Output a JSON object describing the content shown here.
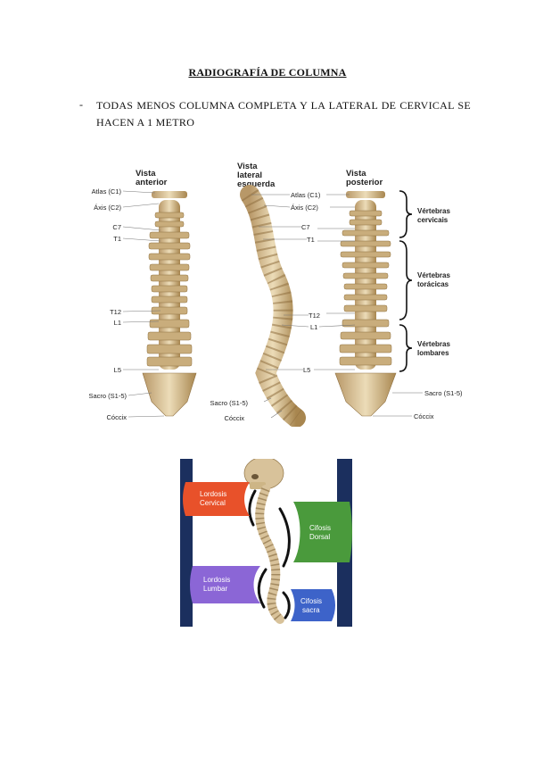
{
  "document": {
    "title": "RADIOGRAFÍA DE COLUMNA",
    "bullet_marker": "-",
    "bullet_text": "TODAS MENOS COLUMNA COMPLETA Y LA   LATERAL DE CERVICAL SE HACEN A 1 METRO"
  },
  "anatomy_figure": {
    "views": {
      "anterior": [
        "Vista",
        "anterior"
      ],
      "lateral": [
        "Vista",
        "lateral",
        "esquerda"
      ],
      "posterior": [
        "Vista",
        "posterior"
      ]
    },
    "labels": {
      "atlas": "Atlas (C1)",
      "axis": "Áxis (C2)",
      "c7": "C7",
      "t1": "T1",
      "t12": "T12",
      "l1": "L1",
      "l5": "L5",
      "sacro": "Sacro (S1-5)",
      "coccix": "Cóccix"
    },
    "regions": {
      "cervical": [
        "Vértebras",
        "cervicais"
      ],
      "toracicas": [
        "Vértebras",
        "torácicas"
      ],
      "lombares": [
        "Vértebras",
        "lombares"
      ]
    }
  },
  "curvature_figure": {
    "lordosis_cervical": [
      "Lordosis",
      "Cervical"
    ],
    "cifosis_dorsal": [
      "Cifosis",
      "Dorsal"
    ],
    "lordosis_lumbar": [
      "Lordosis",
      "Lumbar"
    ],
    "cifosis_sacra": [
      "Cifosis",
      "sacra"
    ],
    "colors": {
      "frame": "#1b2f5e",
      "lordosis_cervical": "#e8512a",
      "cifosis_dorsal": "#4a9a3c",
      "lordosis_lumbar": "#8b66d6",
      "cifosis_sacra": "#3d63c9",
      "bone": "#d8c29a"
    }
  }
}
